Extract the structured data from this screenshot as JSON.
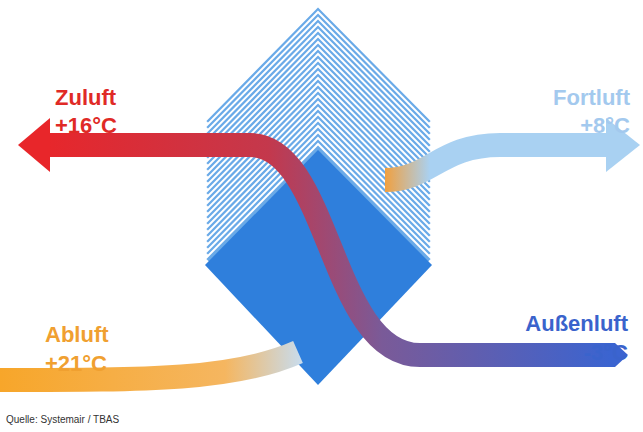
{
  "diagram": {
    "caption": "Quelle: Systemair / TBAS",
    "labels": [
      "Zuluft",
      "+16°C",
      "Fortluft",
      "+8°C",
      "Abluft",
      "+21°C",
      "Außenluft",
      "-3°C"
    ]
  }
}
